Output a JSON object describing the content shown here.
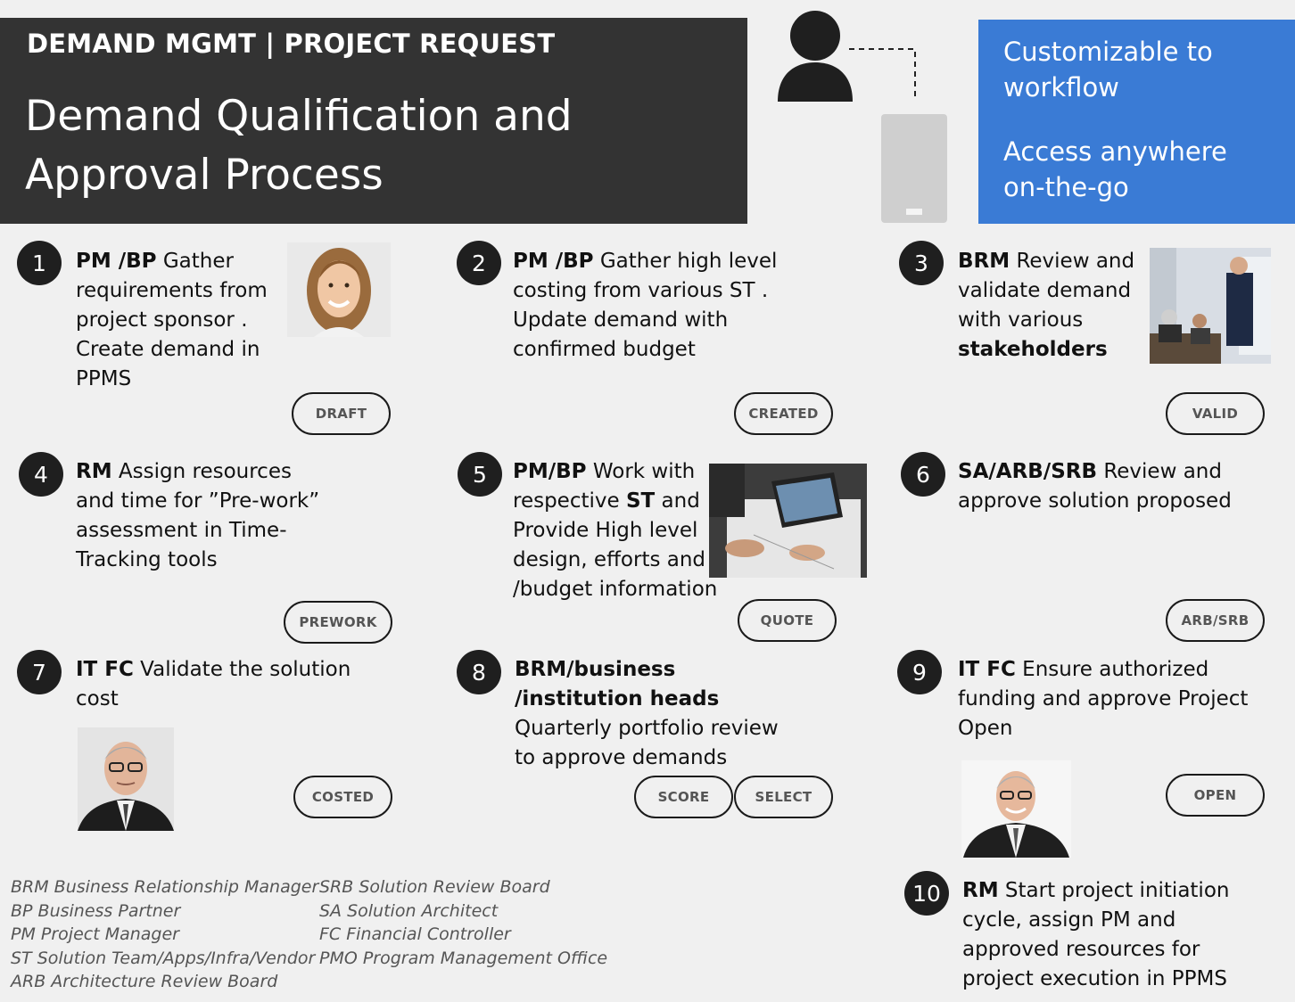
{
  "header": {
    "kicker": "DEMAND MGMT | PROJECT REQUEST",
    "title_line1": "Demand Qualification and",
    "title_line2": "Approval Process"
  },
  "callout": {
    "line1": "Customizable to workflow",
    "line2": "Access anywhere on-the-go",
    "background_color": "#3a7bd5"
  },
  "icons": {
    "person": "person-icon",
    "phone": "mobile-phone-icon"
  },
  "steps": [
    {
      "number": "1",
      "bold": "PM /BP",
      "text": " Gather requirements from project sponsor . Create demand in PPMS",
      "status": "DRAFT"
    },
    {
      "number": "2",
      "bold": "PM /BP",
      "text": " Gather high level costing from various ST . Update demand with confirmed budget",
      "status": "CREATED"
    },
    {
      "number": "3",
      "bold": "BRM",
      "text": " Review and validate demand with various ",
      "bold_end": "stakeholders",
      "status": "VALID"
    },
    {
      "number": "4",
      "bold": "RM",
      "text": " Assign resources and time for ”Pre-work” assessment in Time-Tracking tools",
      "status": "PREWORK"
    },
    {
      "number": "5",
      "bold": "PM/BP",
      "text": " Work with respective ",
      "bold_mid": "ST",
      "text_end": " and Provide High level design, efforts and cost /budget information",
      "status": "QUOTE"
    },
    {
      "number": "6",
      "bold": "SA/ARB/SRB",
      "text": " Review and approve solution proposed",
      "status": "ARB/SRB"
    },
    {
      "number": "7",
      "bold": "IT FC",
      "text": " Validate the solution cost",
      "status": "COSTED"
    },
    {
      "number": "8",
      "bold": "BRM/business /institution heads",
      "text": "  Quarterly portfolio review to approve demands",
      "status": "SCORE",
      "status2": "SELECT"
    },
    {
      "number": "9",
      "bold": "IT FC",
      "text": " Ensure authorized funding and approve Project Open",
      "status": "OPEN"
    },
    {
      "number": "10",
      "bold": "RM",
      "text": " Start project initiation cycle, assign PM and approved resources for project execution in PPMS"
    }
  ],
  "legend_left": [
    "BRM Business Relationship Manager",
    "BP Business Partner",
    "PM Project Manager",
    "ST Solution Team/Apps/Infra/Vendor",
    "ARB Architecture Review Board"
  ],
  "legend_right": [
    "SRB Solution Review Board",
    "SA Solution Architect",
    "FC Financial Controller",
    "PMO Program Management Office"
  ]
}
